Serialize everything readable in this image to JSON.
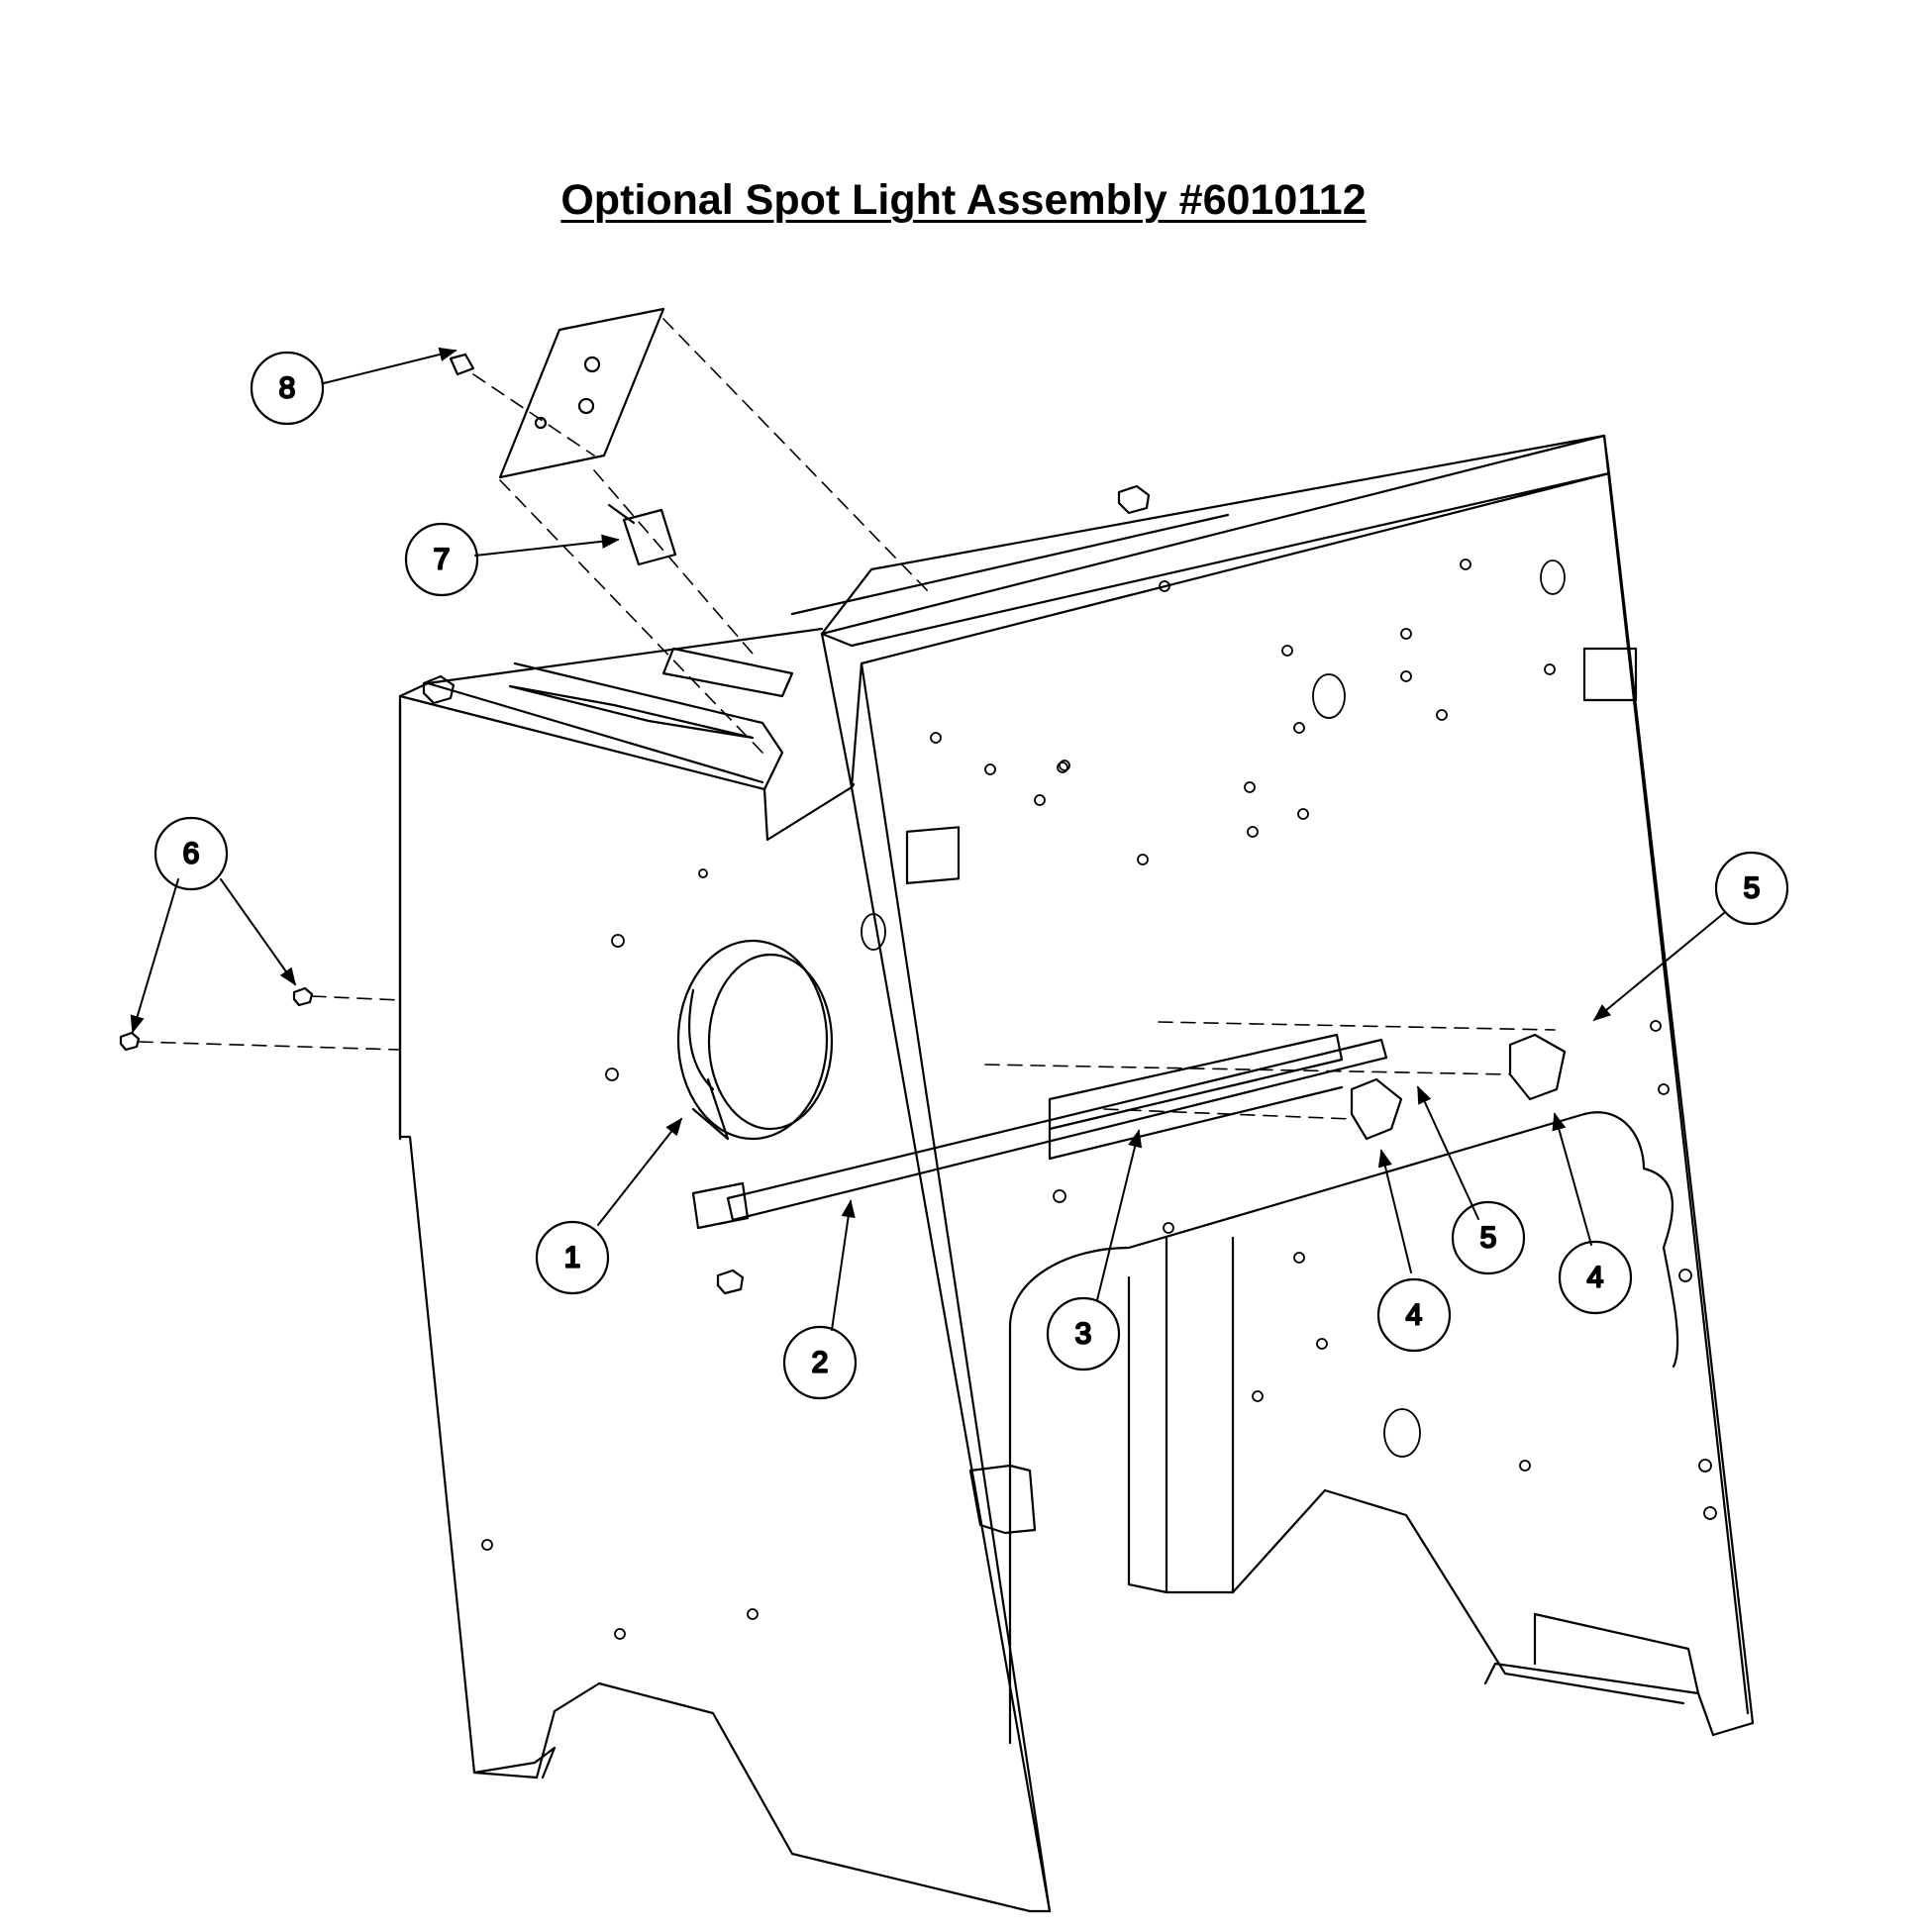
{
  "title": "Optional Spot Light Assembly #6010112",
  "callouts": [
    {
      "id": "c1",
      "label": "1"
    },
    {
      "id": "c2",
      "label": "2"
    },
    {
      "id": "c3",
      "label": "3"
    },
    {
      "id": "c4a",
      "label": "4"
    },
    {
      "id": "c4b",
      "label": "4"
    },
    {
      "id": "c5a",
      "label": "5"
    },
    {
      "id": "c5b",
      "label": "5"
    },
    {
      "id": "c6",
      "label": "6"
    },
    {
      "id": "c7",
      "label": "7"
    },
    {
      "id": "c8",
      "label": "8"
    }
  ]
}
